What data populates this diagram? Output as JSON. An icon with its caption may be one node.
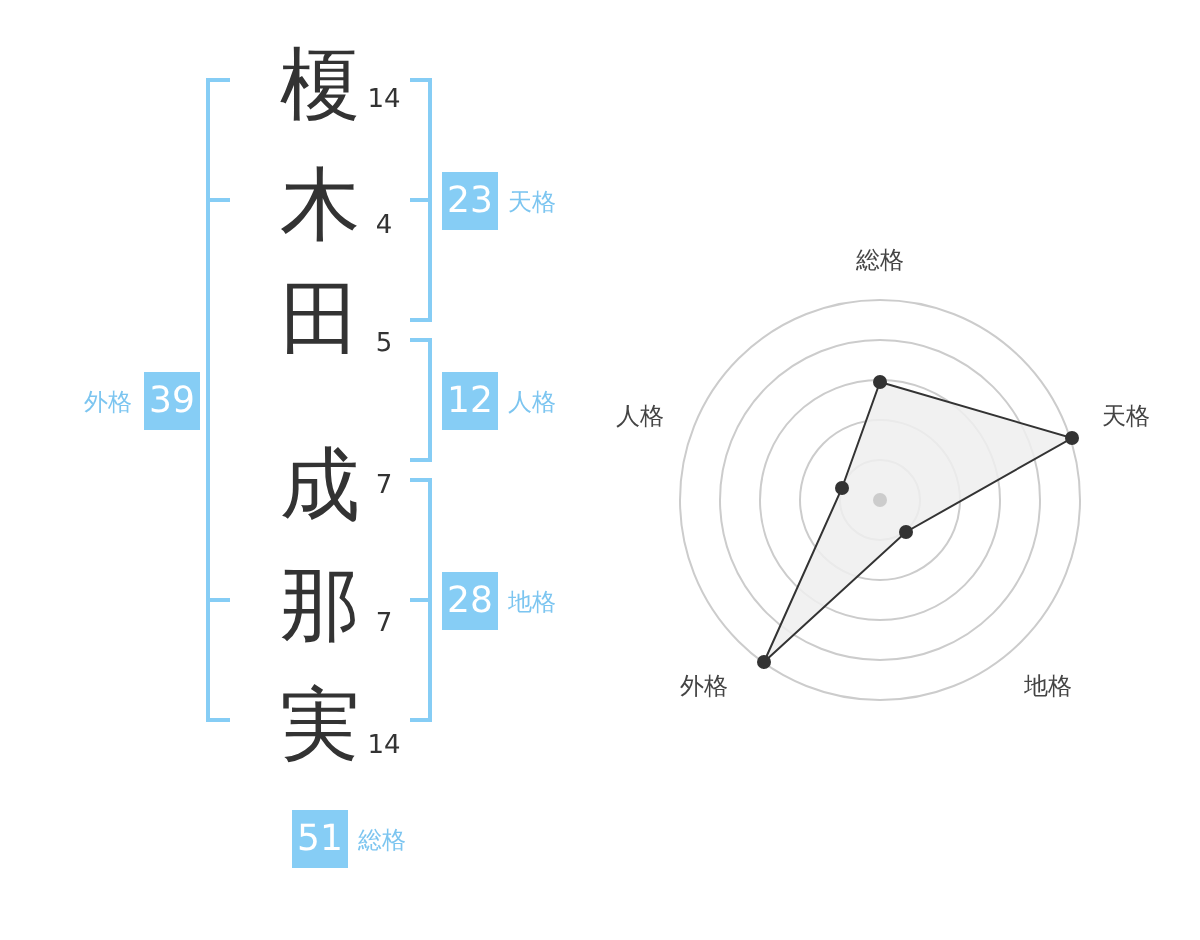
{
  "diagram": {
    "nodes": [
      {
        "text": [
          "23"
        ],
        "beside": [
          "天格"
        ]
      },
      {
        "text": [
          "39"
        ],
        "beside": [
          "外格"
        ]
      },
      {
        "text": [
          "12"
        ],
        "beside": [
          "人格"
        ]
      },
      {
        "text": [
          "28"
        ],
        "beside": [
          "地格"
        ]
      },
      {
        "text": [
          "51"
        ],
        "beside": [
          "総格"
        ]
      }
    ],
    "labels": [
      "榎",
      "14",
      "木",
      "4",
      "田",
      "5",
      "成",
      "7",
      "那",
      "7",
      "実",
      "14",
      "総格",
      "人格",
      "天格",
      "外格",
      "地格"
    ]
  }
}
